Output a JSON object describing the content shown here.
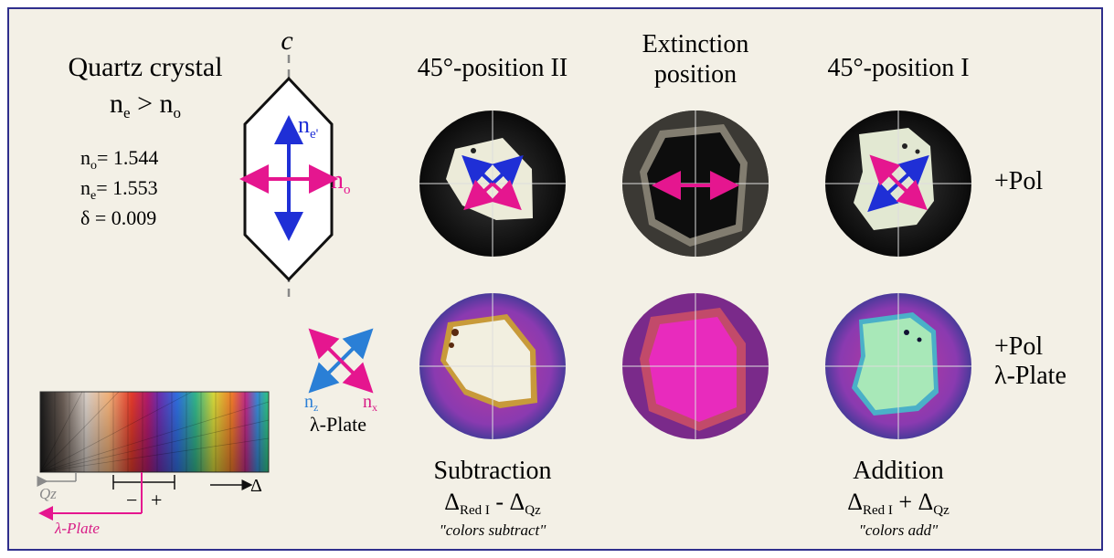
{
  "colors": {
    "background": "#f3f0e6",
    "border": "#2f2f8c",
    "ne_arrow": "#1f2fd6",
    "no_arrow": "#e5168f",
    "nz_label": "#2a7fd6",
    "nx_label": "#d81b86",
    "lambda_label": "#d81b86",
    "qz_label": "#8a8a8a"
  },
  "crystal": {
    "title": "Quartz crystal",
    "relation": {
      "n1": "n",
      "s1": "e",
      "op": " > ",
      "n2": "n",
      "s2": "o"
    },
    "indices": [
      {
        "sym": "n",
        "sub": "o",
        "rest": "= 1.544"
      },
      {
        "sym": "n",
        "sub": "e",
        "rest": "= 1.553"
      },
      {
        "sym": "δ",
        "sub": "",
        "rest": " = 0.009"
      }
    ],
    "c_axis": "c",
    "ne_label": "n",
    "ne_sub": "e'",
    "no_label": "n",
    "no_sub": "o"
  },
  "columns": {
    "left": "45°-position II",
    "middle_line1": "Extinction",
    "middle_line2": "position",
    "right": "45°-position I"
  },
  "rows": {
    "top": "+Pol",
    "bottom_line1": "+Pol",
    "bottom_line2": "λ-Plate"
  },
  "plate": {
    "nz": "n",
    "nz_sub": "z",
    "nx": "n",
    "nx_sub": "x",
    "caption": "λ-Plate"
  },
  "chart": {
    "qz": "Qz",
    "minus": "−",
    "plus": "+",
    "delta": "Δ",
    "lambda": "λ-Plate"
  },
  "captions": {
    "subtraction": {
      "title": "Subtraction",
      "d1": "Δ",
      "s1": "Red I",
      "op": " - ",
      "d2": "Δ",
      "s2": "Qz",
      "quote": "\"colors subtract\""
    },
    "addition": {
      "title": "Addition",
      "d1": "Δ",
      "s1": "Red I",
      "op": " + ",
      "d2": "Δ",
      "s2": "Qz",
      "quote": "\"colors add\""
    }
  }
}
